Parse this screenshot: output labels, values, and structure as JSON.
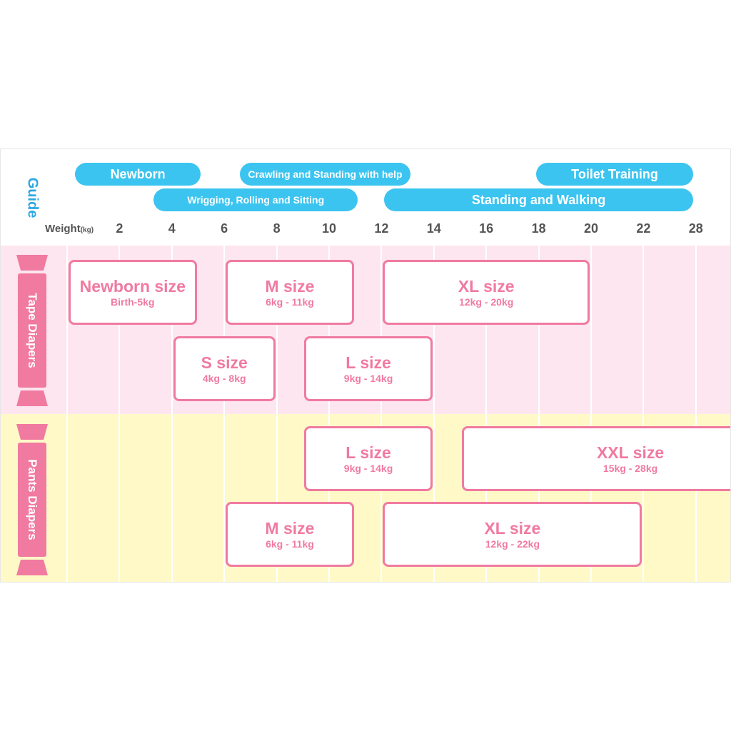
{
  "colors": {
    "accent_blue": "#3cc4f0",
    "pink": "#f07aa0",
    "tape_band": "#fde6ef",
    "pants_band": "#fff9c8"
  },
  "chart_data": {
    "type": "range-bar",
    "guide_label": "Guide",
    "axis": {
      "label": "Weight",
      "unit": "(kg)",
      "ticks": [
        2,
        4,
        6,
        8,
        10,
        12,
        14,
        16,
        18,
        20,
        22,
        28
      ]
    },
    "guide": [
      {
        "label": "Newborn",
        "row": 0,
        "start": 0.3,
        "end": 5.1
      },
      {
        "label": "Crawling and Standing with help",
        "row": 0,
        "start": 6.6,
        "end": 13.1
      },
      {
        "label": "Toilet Training",
        "row": 0,
        "start": 17.9,
        "end": 23.9
      },
      {
        "label": "Wrigging, Rolling and Sitting",
        "row": 1,
        "start": 3.3,
        "end": 11.1
      },
      {
        "label": "Standing and Walking",
        "row": 1,
        "start": 12.1,
        "end": 23.9
      }
    ],
    "groups": [
      {
        "label": "Tape Diapers",
        "sizes": [
          {
            "name": "Newborn size",
            "range": "Birth-5kg",
            "row": 0,
            "start": 0,
            "end": 5
          },
          {
            "name": "M size",
            "range": "6kg - 11kg",
            "row": 0,
            "start": 6,
            "end": 11
          },
          {
            "name": "XL size",
            "range": "12kg - 20kg",
            "row": 0,
            "start": 12,
            "end": 20
          },
          {
            "name": "S size",
            "range": "4kg - 8kg",
            "row": 1,
            "start": 4,
            "end": 8
          },
          {
            "name": "L size",
            "range": "9kg - 14kg",
            "row": 1,
            "start": 9,
            "end": 14
          }
        ]
      },
      {
        "label": "Pants Diapers",
        "sizes": [
          {
            "name": "L size",
            "range": "9kg - 14kg",
            "row": 0,
            "start": 9,
            "end": 14
          },
          {
            "name": "XXL size",
            "range": "15kg - 28kg",
            "row": 0,
            "start": 15,
            "end": 28
          },
          {
            "name": "M size",
            "range": "6kg - 11kg",
            "row": 1,
            "start": 6,
            "end": 11
          },
          {
            "name": "XL size",
            "range": "12kg - 22kg",
            "row": 1,
            "start": 12,
            "end": 22
          }
        ]
      }
    ]
  }
}
